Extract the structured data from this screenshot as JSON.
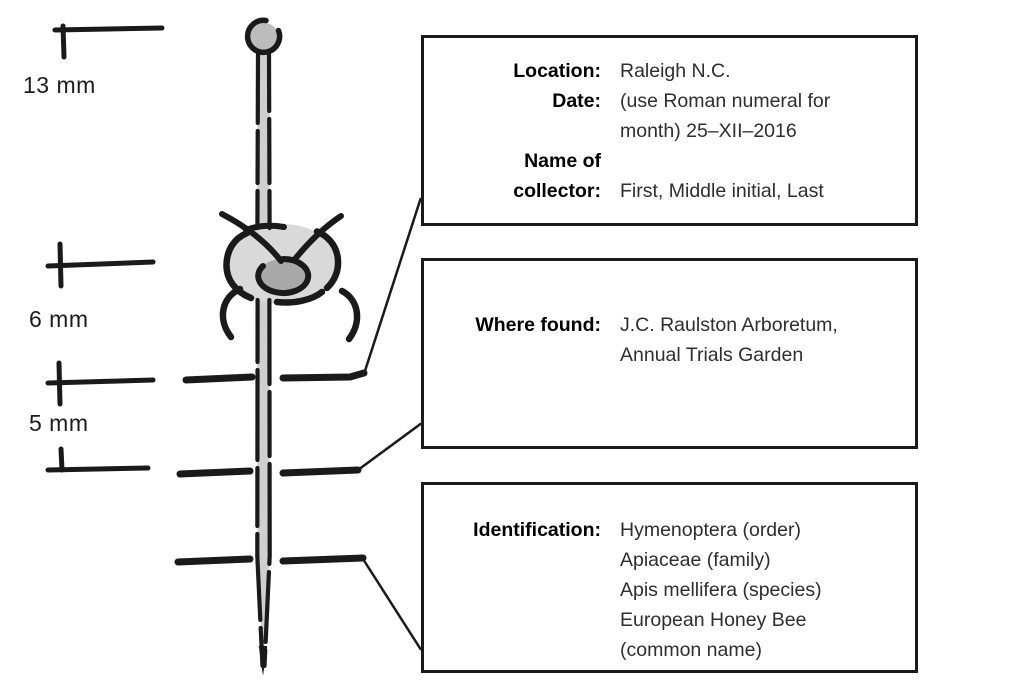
{
  "colors": {
    "background": "#ffffff",
    "ink": "#1a1a1a",
    "pin_head_fill": "#bcbcbc",
    "pin_shaft_fill": "#cfcfcf",
    "insect_body_fill": "#d9d9d9",
    "insect_center_fill": "#a9a9a9"
  },
  "measurements": [
    "13 mm",
    "6 mm",
    "5 mm"
  ],
  "labels": [
    {
      "rows": [
        {
          "field": "Location:",
          "value": "Raleigh N.C."
        },
        {
          "field": "Date:",
          "value": "(use Roman numeral for\nmonth) 25–XII–2016"
        },
        {
          "field": "Name of\ncollector:",
          "value": "First, Middle initial, Last"
        }
      ]
    },
    {
      "rows": [
        {
          "field": "Where found:",
          "value": "J.C. Raulston Arboretum,\nAnnual Trials Garden"
        }
      ]
    },
    {
      "rows": [
        {
          "field": "Identification:",
          "value": "Hymenoptera (order)\nApiaceae (family)\nApis mellifera (species)\nEuropean Honey Bee\n(common name)"
        }
      ]
    }
  ]
}
